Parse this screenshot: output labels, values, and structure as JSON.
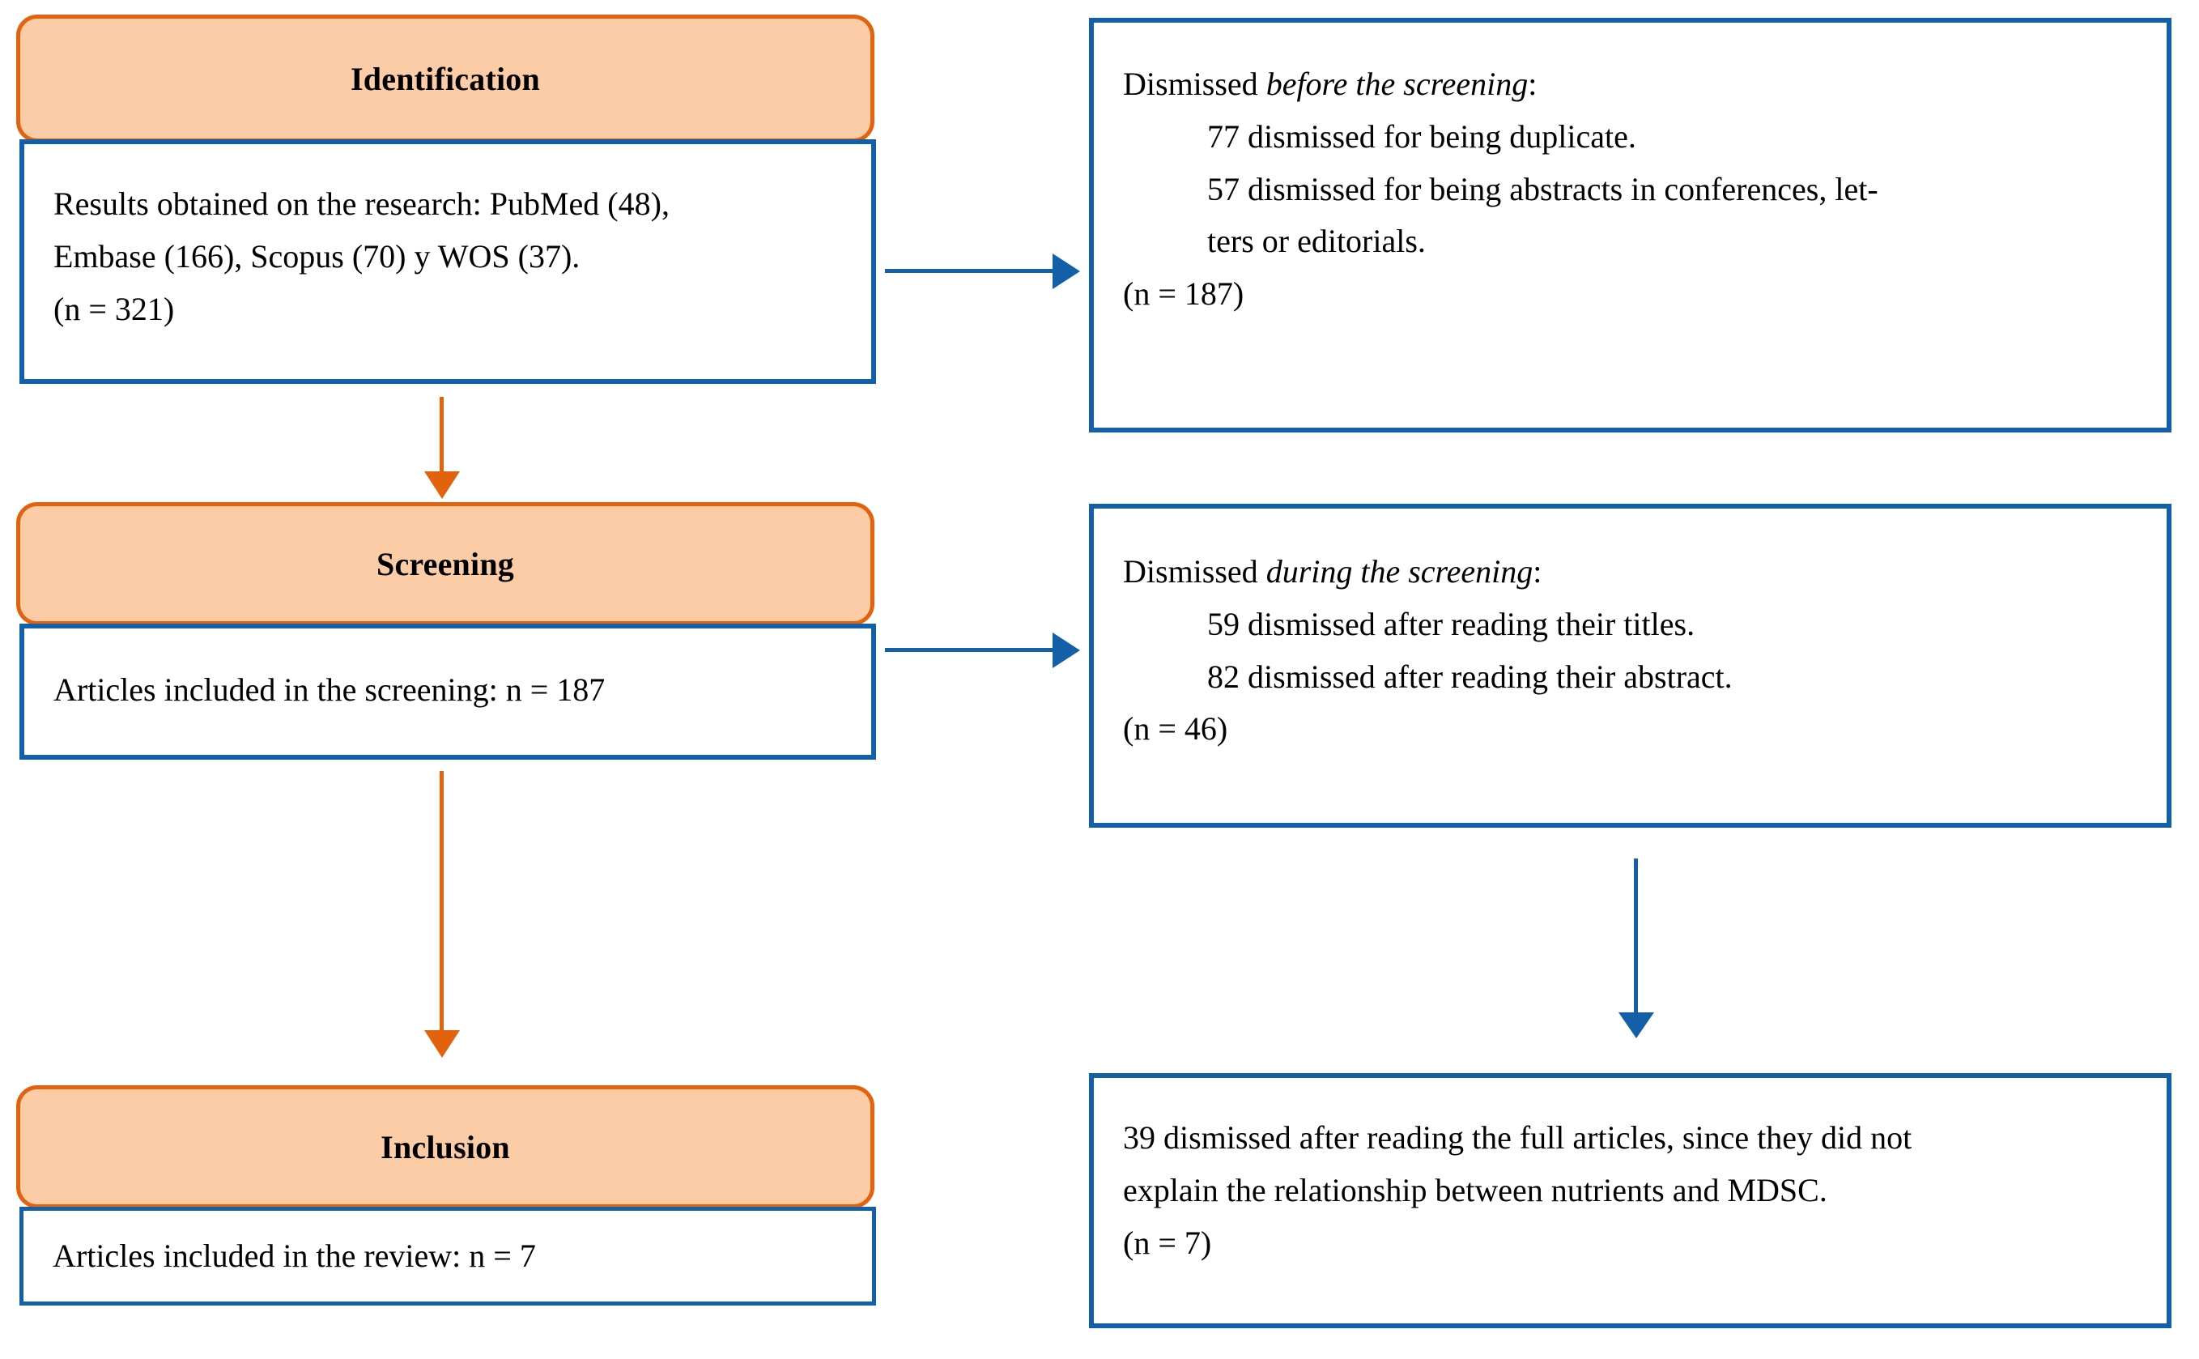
{
  "diagram": {
    "title": "PRISMA study selection flow diagram",
    "colors": {
      "stage_fill": "#FBCCA6",
      "stage_border": "#E2620E",
      "box_border": "#1360A8",
      "orange_connector": "#E2620E",
      "blue_connector": "#1360A8",
      "text": "#000000",
      "background": "#FFFFFF"
    }
  },
  "stages": [
    {
      "id": "identification",
      "label": "Identification"
    },
    {
      "id": "screening",
      "label": "Screening"
    },
    {
      "id": "inclusion",
      "label": "Inclusion"
    }
  ],
  "left_boxes": {
    "identification": {
      "line1": "Results obtained on the research: PubMed (48),",
      "line2": "Embase (166), Scopus (70) y WOS (37).",
      "line3": "(n = 321)"
    },
    "screening": {
      "line1": "Articles included in the screening: n = 187"
    },
    "inclusion": {
      "line1": "Articles included in the review: n = 7"
    }
  },
  "right_boxes": {
    "before_screening": {
      "heading_plain": "Dismissed ",
      "heading_italic": "before the screening",
      "heading_colon": ":",
      "item1": "77 dismissed for being duplicate.",
      "item2_line1": "57 dismissed for being abstracts in conferences, let-",
      "item2_line2": "ters or editorials.",
      "total": "(n = 187)"
    },
    "during_screening": {
      "heading_plain": "Dismissed ",
      "heading_italic": "during the screening",
      "heading_colon": ":",
      "item1": "59 dismissed after reading their titles.",
      "item2": "82 dismissed after reading their abstract.",
      "total": "(n = 46)"
    },
    "full_text": {
      "line1": "39 dismissed after reading the full articles, since they did not",
      "line2": "explain the relationship between nutrients and MDSC.",
      "total": "(n = 7)"
    }
  },
  "connectors": [
    {
      "id": "identification-to-screening",
      "kind": "vertical-arrow",
      "color": "#E2620E"
    },
    {
      "id": "screening-to-inclusion",
      "kind": "vertical-arrow",
      "color": "#E2620E"
    },
    {
      "id": "identification-to-before-screening",
      "kind": "horizontal-arrow",
      "color": "#1360A8"
    },
    {
      "id": "screening-to-during-screening",
      "kind": "horizontal-arrow",
      "color": "#1360A8"
    },
    {
      "id": "during-screening-to-full-text",
      "kind": "vertical-arrow",
      "color": "#1360A8"
    }
  ]
}
